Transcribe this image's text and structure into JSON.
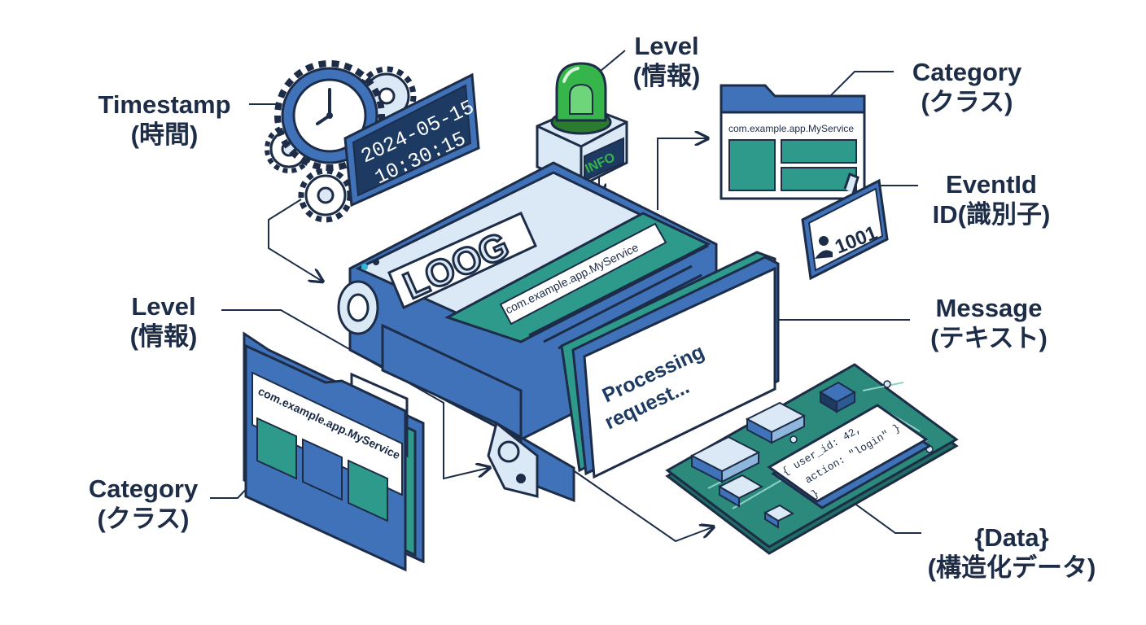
{
  "labels": {
    "timestamp": {
      "en": "Timestamp",
      "jp": "(時間)"
    },
    "level_top": {
      "en": "Level",
      "jp": "(情報)"
    },
    "category_top": {
      "en": "Category",
      "jp": "(クラス)"
    },
    "eventid": {
      "en": "EventId",
      "jp": "ID(識別子)"
    },
    "level_left": {
      "en": "Level",
      "jp": "(情報)"
    },
    "message": {
      "en": "Message",
      "jp": "(テキスト)"
    },
    "category_left": {
      "en": "Category",
      "jp": "(クラス)"
    },
    "data": {
      "en": "{Data}",
      "jp": "(構造化データ)"
    }
  },
  "device": {
    "logo": "LOOG",
    "class_name": "com.example.app.MyService",
    "message_text": [
      "Processing",
      "request..."
    ]
  },
  "timestamp_display": {
    "date": "2024-05-15",
    "time": "10:30:15"
  },
  "level_badge": "INFO",
  "category_card": {
    "class_name": "com.example.app.MyService"
  },
  "folder_card": {
    "class_name": "com.example.app.MyService"
  },
  "id_badge": {
    "value": "1001"
  },
  "data_board": {
    "lines": [
      "{  user_id: 42,",
      "action: \"login\"  }",
      "}"
    ]
  },
  "colors": {
    "navy": "#1d2c47",
    "blue": "#3f72b8",
    "teal": "#2e9a8c",
    "light_blue": "#dbe8f5",
    "green_light": "#35b54a",
    "board_green": "#2b8a7c"
  }
}
